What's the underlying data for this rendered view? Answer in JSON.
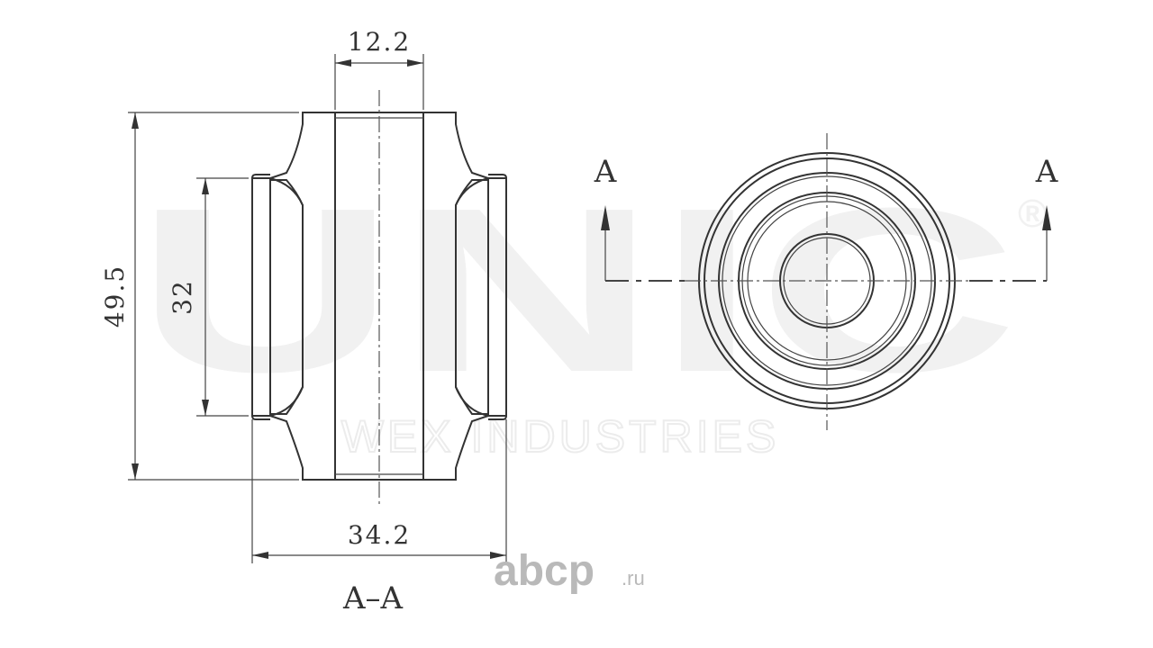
{
  "watermark": {
    "brand": "UNIC",
    "registered_mark": "®",
    "subtitle": "WEX INDUSTRIES"
  },
  "dimensions": {
    "inner_bore": "12.2",
    "overall_height": "49.5",
    "outer_height": "32",
    "overall_width": "34.2"
  },
  "section": {
    "caption": "A–A",
    "left_marker": "A",
    "right_marker": "A"
  },
  "site_logo": {
    "name": "abcp",
    "domain": ".ru"
  }
}
